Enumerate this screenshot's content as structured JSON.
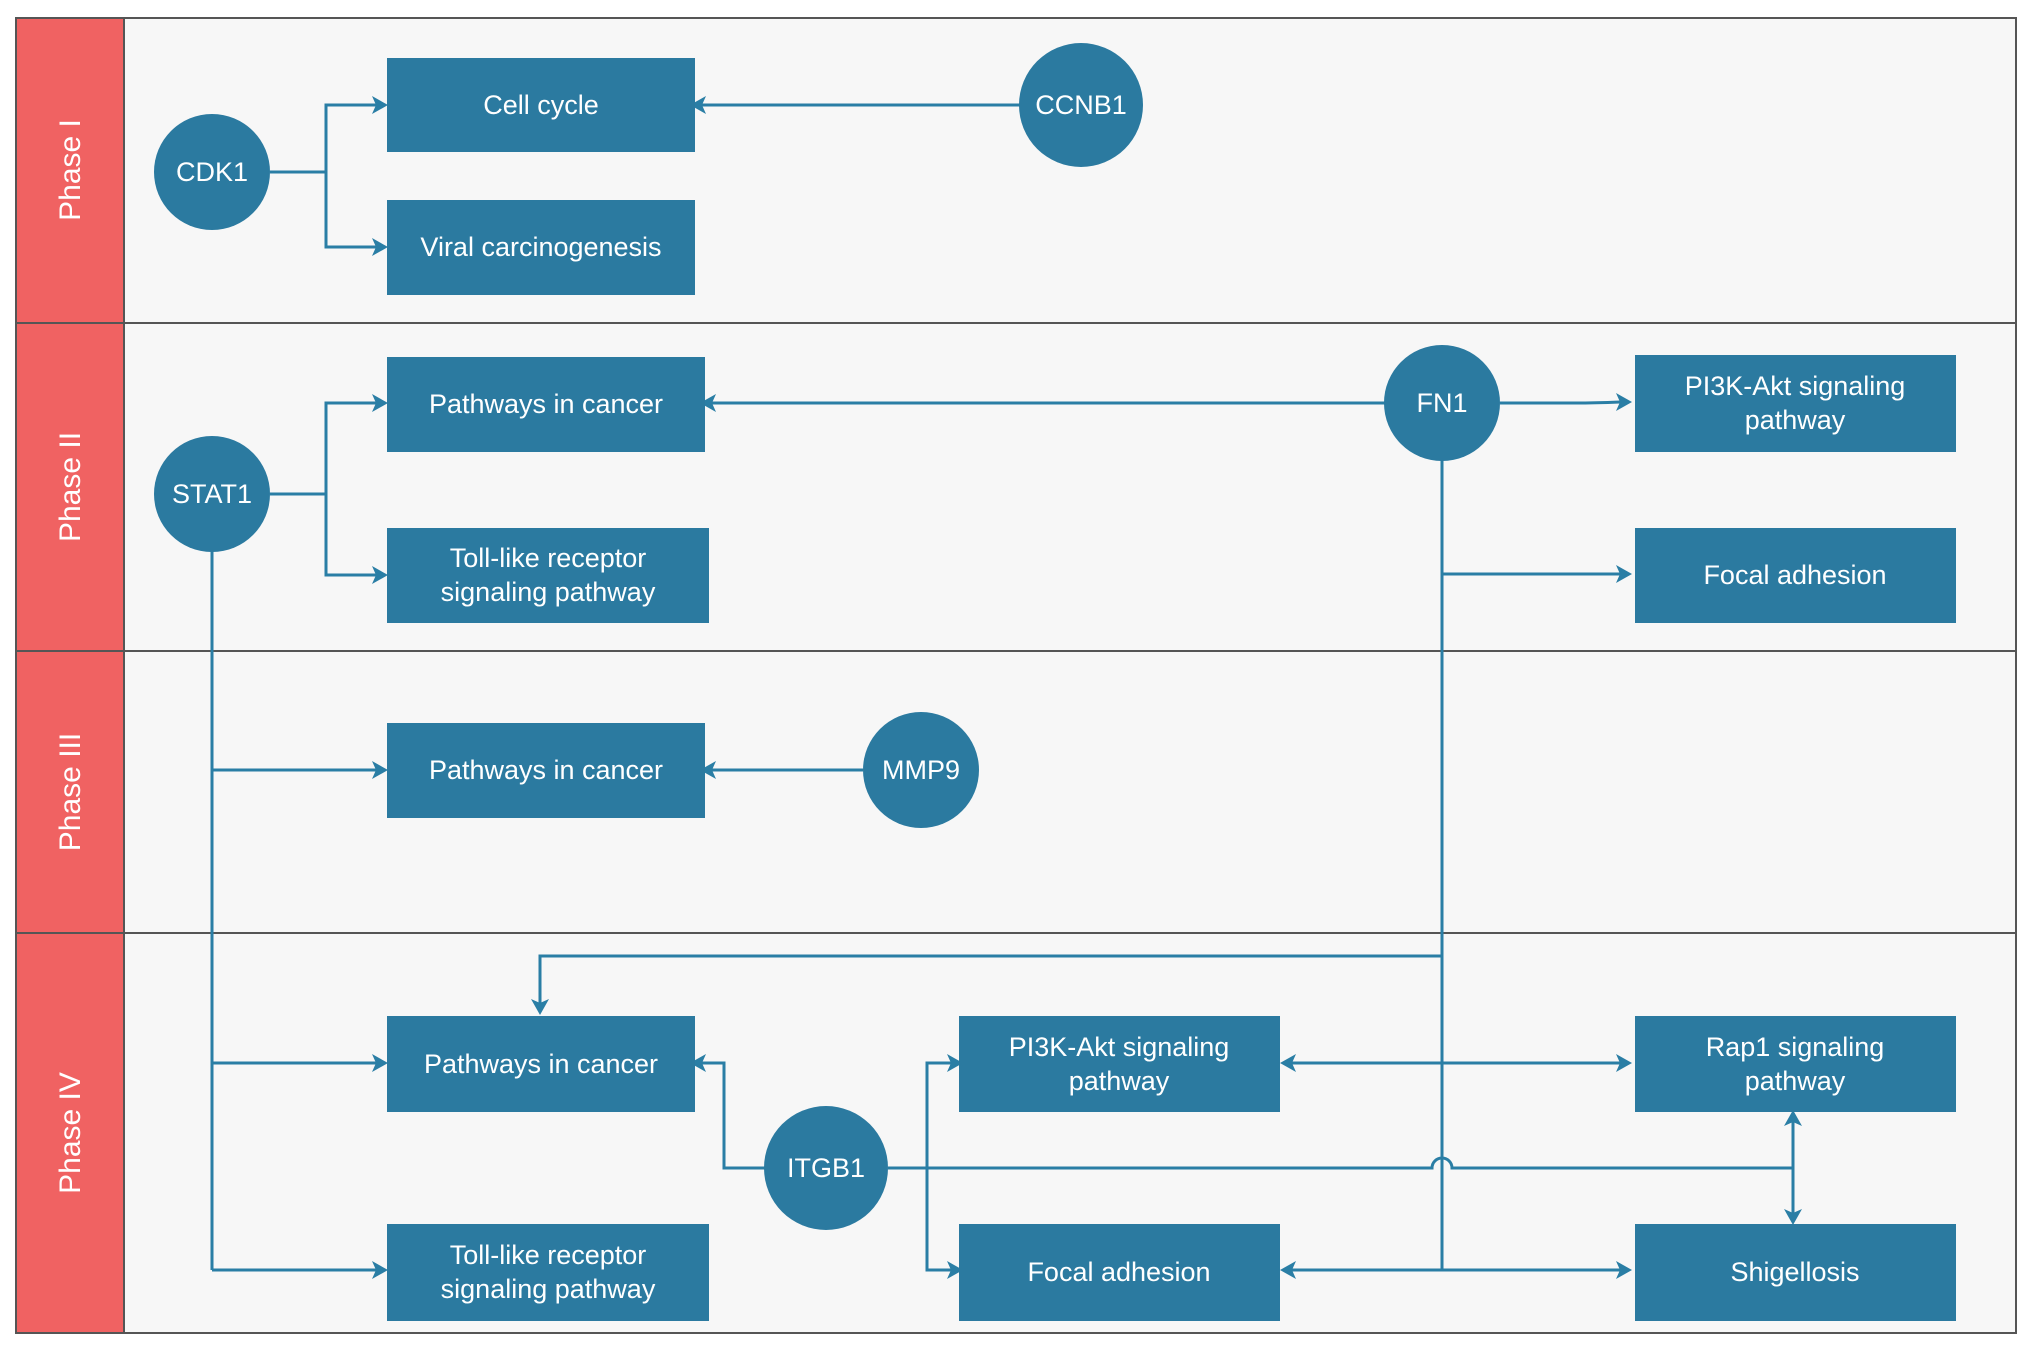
{
  "colors": {
    "lane_header": "#f06262",
    "lane_body": "#f7f7f7",
    "node": "#2b7aa0",
    "edge": "#2a7ea5",
    "border": "#555555"
  },
  "phases": [
    {
      "id": "p1",
      "label": "Phase I"
    },
    {
      "id": "p2",
      "label": "Phase II"
    },
    {
      "id": "p3",
      "label": "Phase III"
    },
    {
      "id": "p4",
      "label": "Phase IV"
    }
  ],
  "genes": {
    "cdk1": "CDK1",
    "ccnb1": "CCNB1",
    "stat1": "STAT1",
    "fn1": "FN1",
    "mmp9": "MMP9",
    "itgb1": "ITGB1"
  },
  "pathways": {
    "p1_cell_cycle": [
      "Cell cycle"
    ],
    "p1_viral": [
      "Viral carcinogenesis"
    ],
    "p2_cancer": [
      "Pathways in cancer"
    ],
    "p2_tlr": [
      "Toll-like receptor",
      "signaling pathway"
    ],
    "p2_pi3k": [
      "PI3K-Akt signaling",
      "pathway"
    ],
    "p2_focal": [
      "Focal adhesion"
    ],
    "p3_cancer": [
      "Pathways in cancer"
    ],
    "p4_cancer": [
      "Pathways in cancer"
    ],
    "p4_tlr": [
      "Toll-like receptor",
      "signaling pathway"
    ],
    "p4_pi3k": [
      "PI3K-Akt signaling",
      "pathway"
    ],
    "p4_rap1": [
      "Rap1 signaling",
      "pathway"
    ],
    "p4_focal": [
      "Focal adhesion"
    ],
    "p4_shigellosis": [
      "Shigellosis"
    ]
  }
}
